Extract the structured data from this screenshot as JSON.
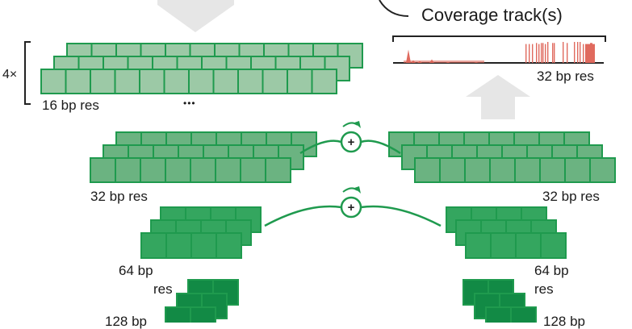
{
  "colors": {
    "res16_fill": "#9cc9a6",
    "res32_fill": "#6bb381",
    "res64_fill": "#34a65f",
    "res128_fill": "#128a45",
    "stroke": "#1f9a4e",
    "arrow_gray": "#e6e6e6",
    "coverage": "#e06a5e",
    "text": "#1a1a1a"
  },
  "labels": {
    "coverage_title": "Coverage track(s)",
    "coverage_res": "32 bp res",
    "repeat": "4×",
    "res16": "16 bp res",
    "ellipsis": "•••",
    "res32_left": "32 bp res",
    "res32_right": "32 bp res",
    "res64_left_1": "64 bp",
    "res64_left_2": "res",
    "res64_right_1": "64 bp",
    "res64_right_2": "res",
    "res128_left": "128 bp",
    "res128_right": "128 bp"
  },
  "skip_connections": [
    {
      "symbol": "+",
      "joins": "32 bp res encoder to 32 bp res decoder"
    },
    {
      "symbol": "+",
      "joins": "64 bp res encoder to 64 bp res decoder"
    }
  ],
  "coverage_track": {
    "description": "low signal on left, dense tall peaks on right",
    "left_peaks": [
      0.75,
      0.15,
      0.1,
      0.2,
      0.05,
      0.04
    ],
    "right_peaks": [
      0.9,
      0.9,
      0.9,
      0.95,
      0.9,
      0.95,
      0.95,
      0.9,
      1.0,
      0.95,
      0.95,
      1.0,
      0.95,
      1.0,
      1.0,
      1.0
    ]
  }
}
